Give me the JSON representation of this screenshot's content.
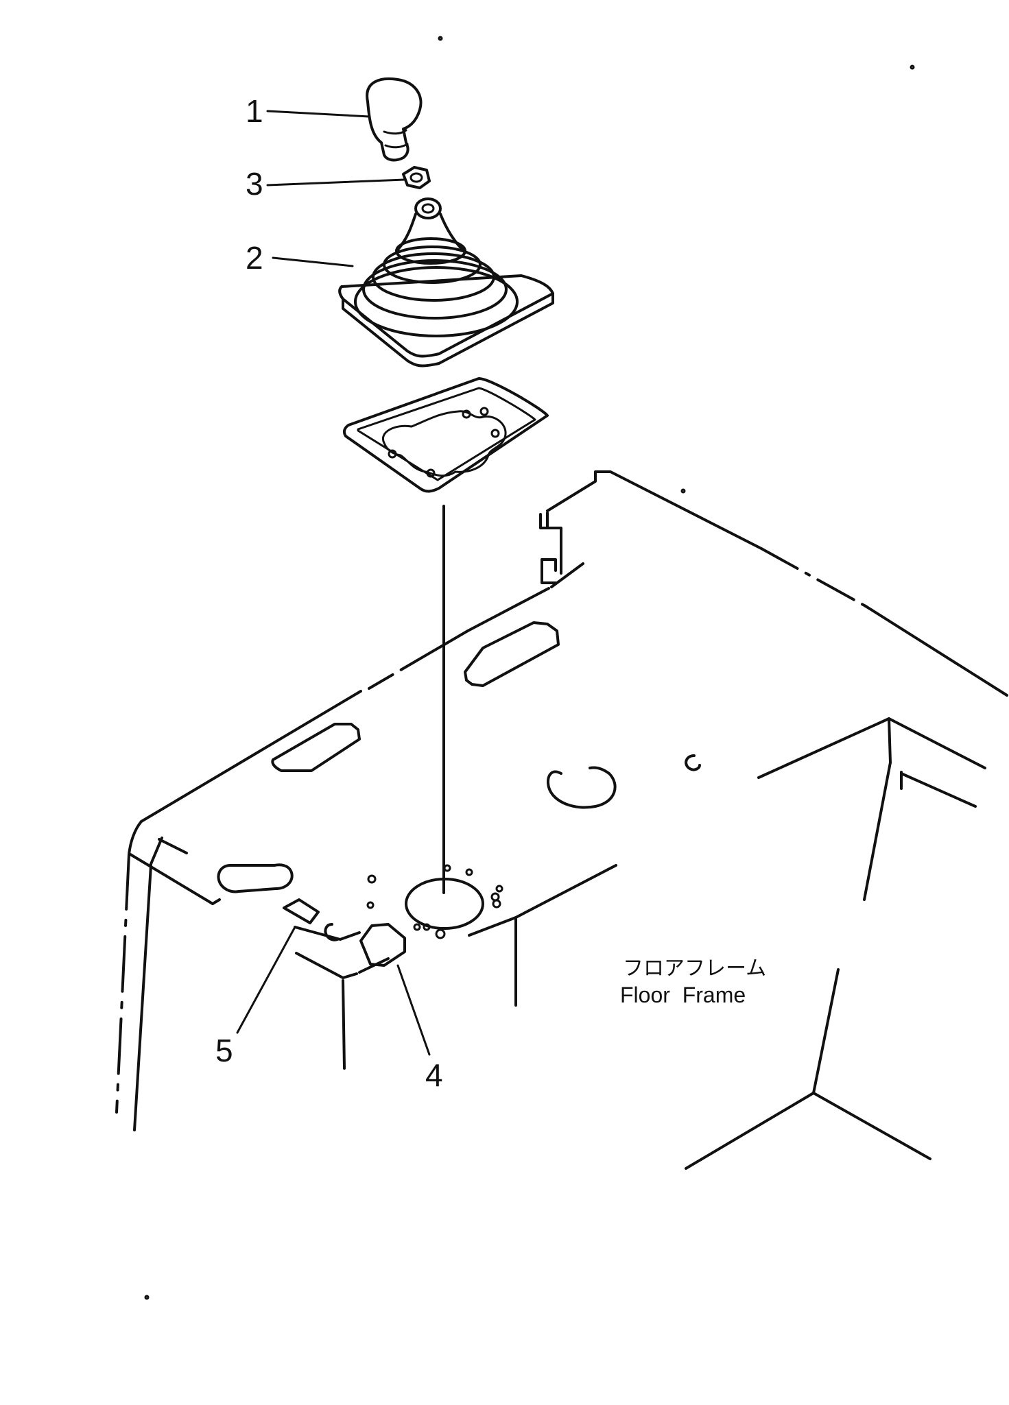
{
  "callouts": {
    "n1": "1",
    "n2": "2",
    "n3": "3",
    "n4": "4",
    "n5": "5"
  },
  "labels": {
    "floor_frame_jp": "フロアフレーム",
    "floor_frame_en": "Floor  Frame"
  },
  "colors": {
    "line": "#111111",
    "background": "#ffffff"
  }
}
